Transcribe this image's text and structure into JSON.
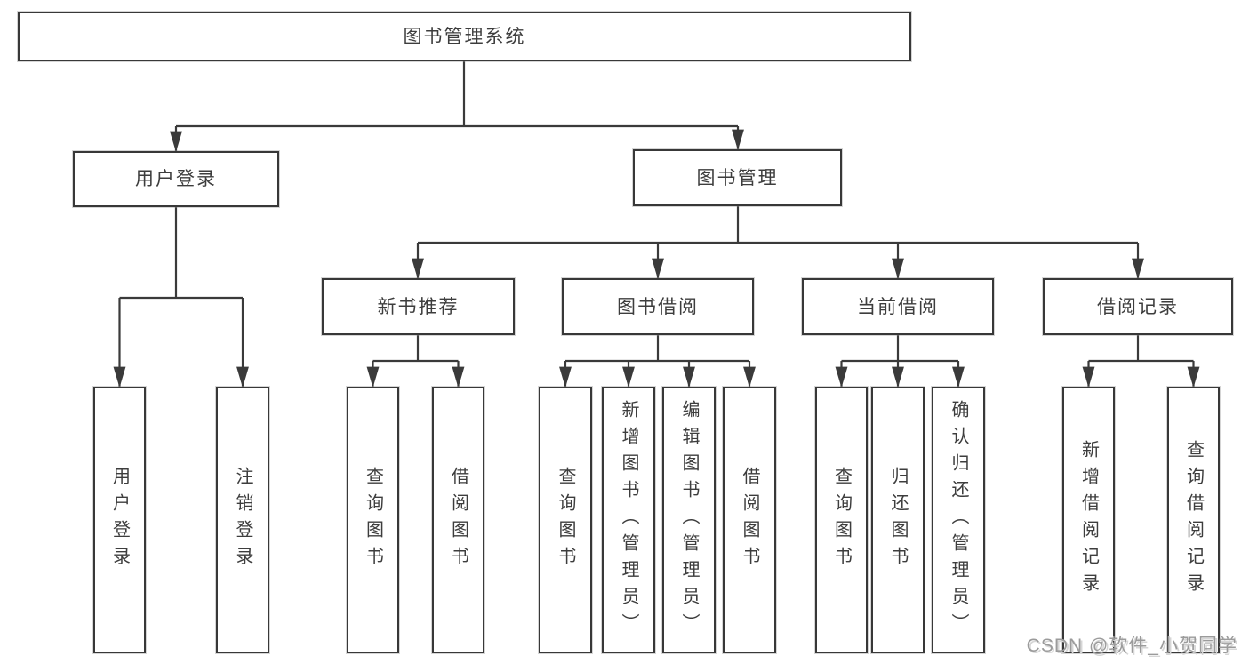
{
  "diagram": {
    "root": {
      "label": "图书管理系统"
    },
    "user_login": {
      "label": "用户登录",
      "children": [
        "用户登录",
        "注销登录"
      ]
    },
    "book_management": {
      "label": "图书管理",
      "sections": [
        {
          "label": "新书推荐",
          "children": [
            "查询图书",
            "借阅图书"
          ]
        },
        {
          "label": "图书借阅",
          "children": [
            "查询图书",
            "新增图书（管理员）",
            "编辑图书（管理员）",
            "借阅图书"
          ]
        },
        {
          "label": "当前借阅",
          "children": [
            "查询图书",
            "归还图书",
            "确认归还（管理员）"
          ]
        },
        {
          "label": "借阅记录",
          "children": [
            "新增借阅记录",
            "查询借阅记录"
          ]
        }
      ]
    }
  },
  "watermark": "CSDN @软件_小贺同学",
  "colors": {
    "line": "#3a3a3a",
    "box_border": "#383838",
    "text": "#3d3d3d",
    "background": "#ffffff",
    "watermark_gray": "#9b9b9b"
  }
}
